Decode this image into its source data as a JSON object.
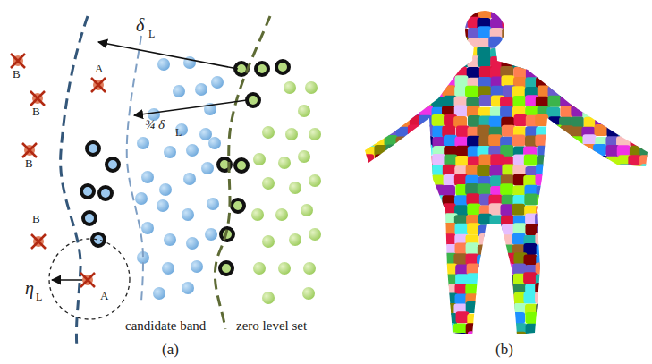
{
  "diagram": {
    "labels": [
      "B",
      "B",
      "A",
      "δ",
      "L",
      "B",
      "¾ δ",
      "L",
      "B",
      "η",
      "L",
      "A",
      "candidate band",
      "zero level set",
      "(a)",
      "(b)"
    ]
  }
}
